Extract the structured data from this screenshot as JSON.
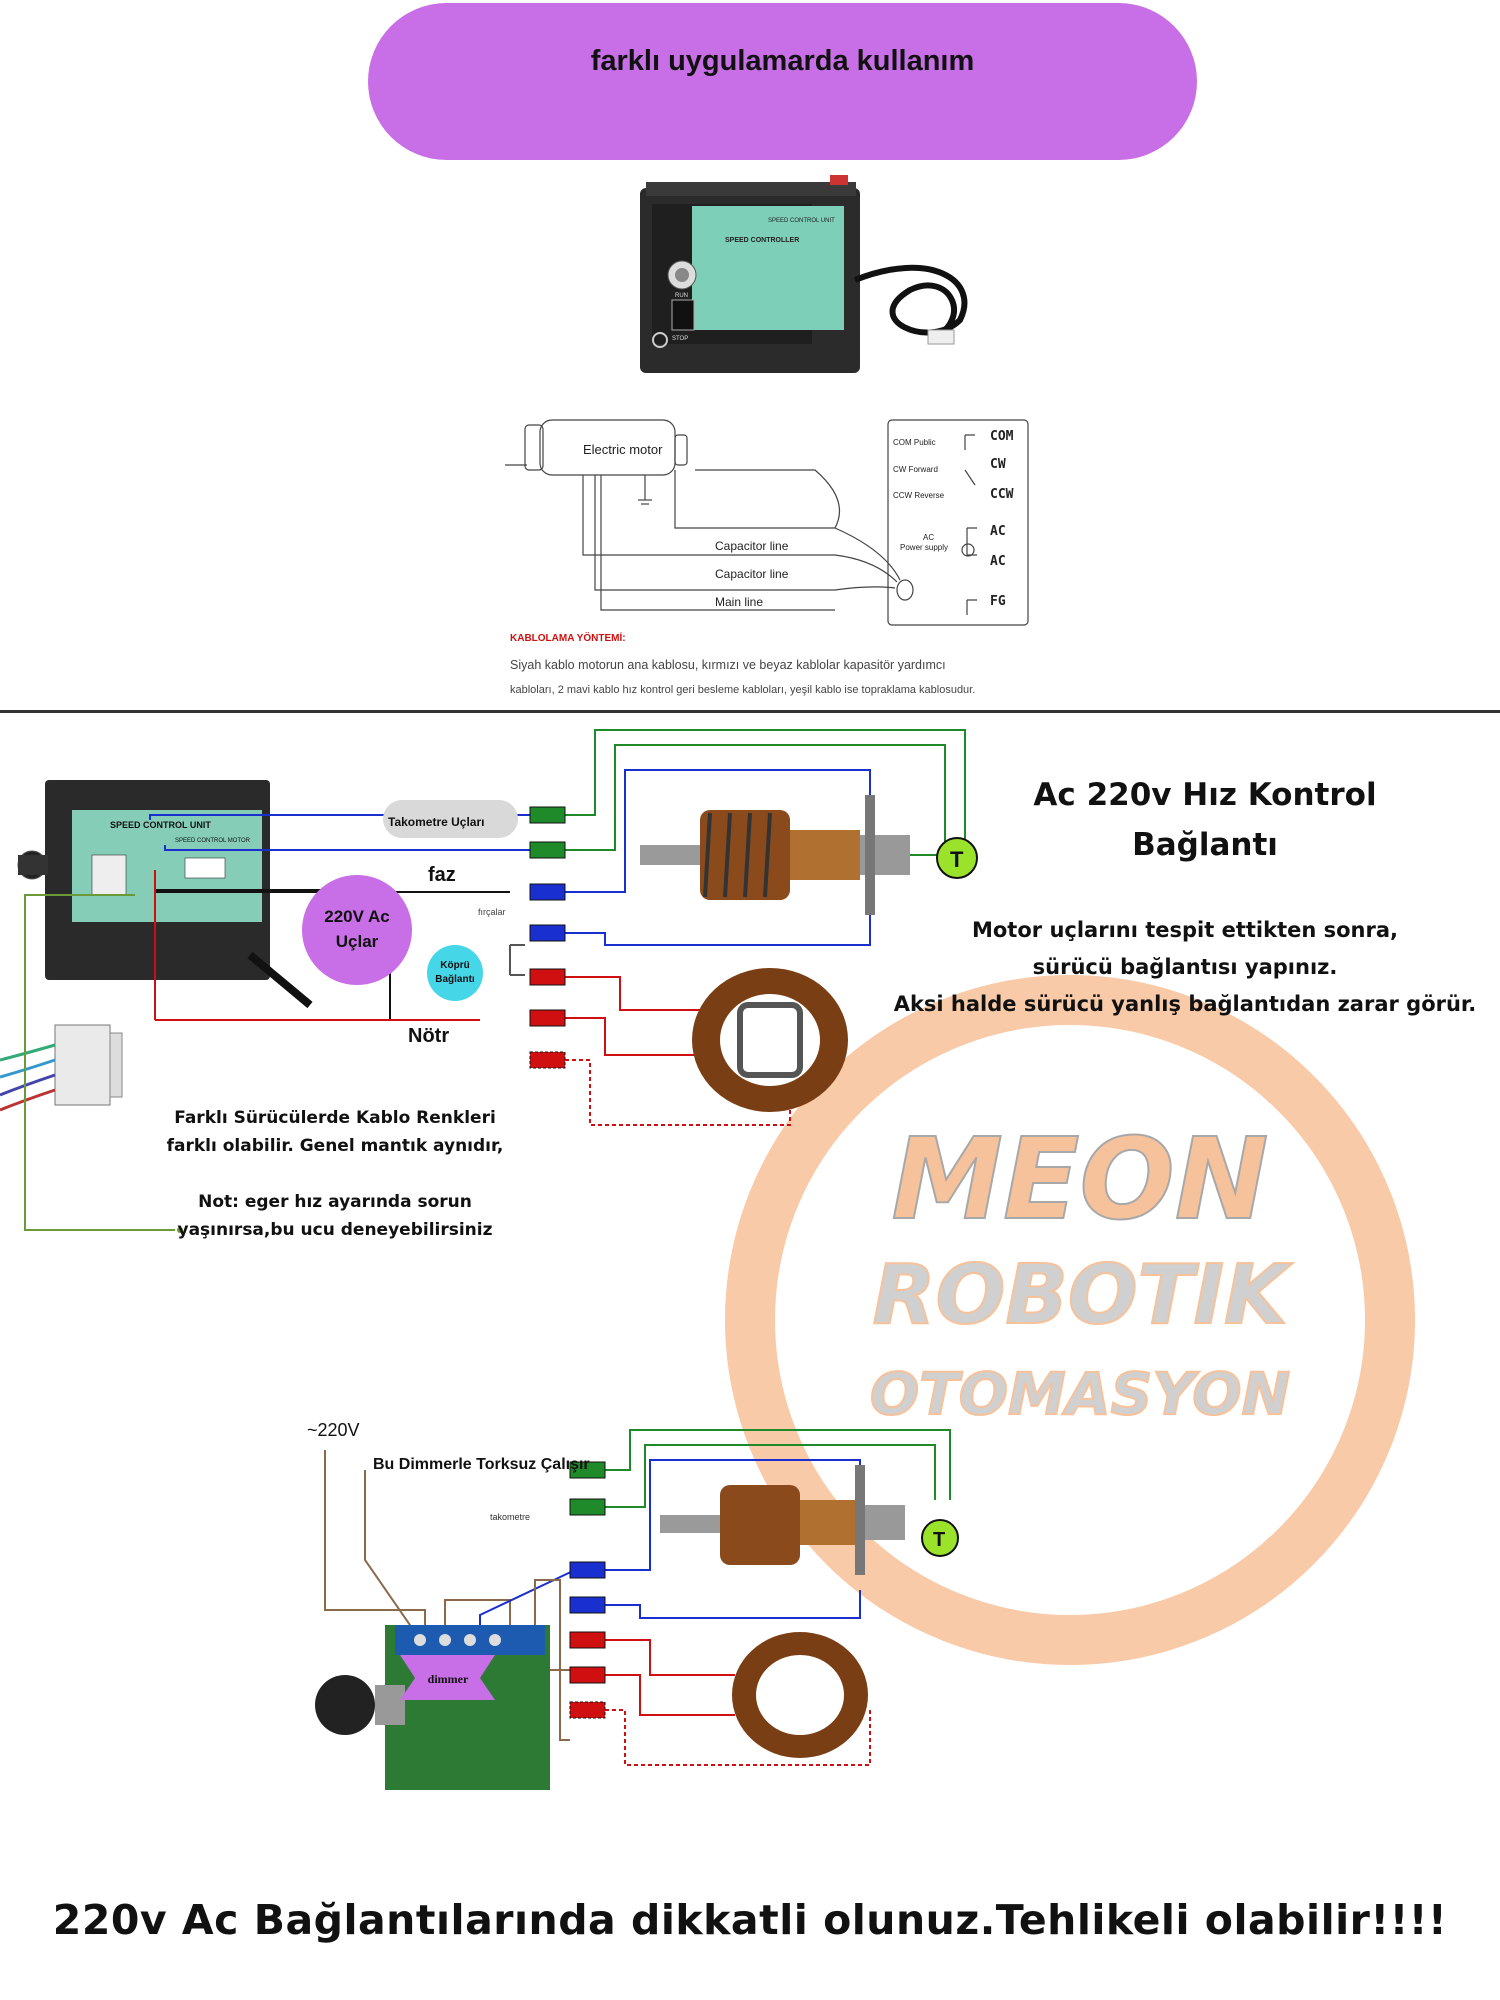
{
  "header": {
    "pill_title": "farklı uygulamarda kullanım"
  },
  "top_device": {
    "label_speed": "SPEED CONTROLLER",
    "label_unit": "SPEED CONTROL UNIT",
    "run": "RUN",
    "stop": "STOP"
  },
  "wiring_diagram": {
    "motor": "Electric motor",
    "lines": [
      "Capacitor line",
      "Capacitor line",
      "Main line"
    ],
    "legend_left": [
      "COM  Public",
      "CW Forward",
      "CCW Reverse",
      "AC",
      "Power supply"
    ],
    "legend_right": [
      "COM",
      "CW",
      "CCW",
      "AC",
      "AC",
      "FG"
    ]
  },
  "wiring_notes": {
    "title": "KABLOLAMA YÖNTEMİ:",
    "line1": "Siyah kablo motorun ana kablosu, kırmızı ve beyaz kablolar kapasitör yardımcı",
    "line2": "kabloları, 2 mavi kablo hız kontrol geri besleme kabloları, yeşil kablo ise topraklama kablosudur."
  },
  "section2": {
    "heading_line1": "Ac 220v Hız Kontrol",
    "heading_line2": "Bağlantı",
    "instr_line1": "Motor uçlarını tespit ettikten sonra,",
    "instr_line2": "sürücü bağlantısı yapınız.",
    "instr_line3": "Aksi halde sürücü yanlış bağlantıdan zarar görür.",
    "unit_label": "SPEED CONTROL UNIT",
    "unit_sub": "SPEED CONTROL MOTOR",
    "tacho_bubble": "Takometre Uçları",
    "faz": "faz",
    "fircalar": "fırçalar",
    "ac_circle_line1": "220V Ac",
    "ac_circle_line2": "Uçlar",
    "kopru_line1": "Köprü",
    "kopru_line2": "Bağlantı",
    "notr": "Nötr",
    "farkli_line1": "Farklı Sürücülerde Kablo Renkleri",
    "farkli_line2": "farklı olabilir. Genel mantık aynıdır,",
    "not_line1": "Not: eger hız ayarında sorun",
    "not_line2": "yaşınırsa,bu ucu deneyebilirsiniz",
    "tacho_t": "T"
  },
  "watermark": {
    "line1": "MEON",
    "line2": "ROBOTIK",
    "line3": "OTOMASYON"
  },
  "section3": {
    "voltage": "~220V",
    "dimmer_note": "Bu Dimmerle Torksuz Çalışır",
    "takometre": "takometre",
    "dimmer": "dimmer",
    "tacho_t": "T"
  },
  "footer": {
    "warning": "220v Ac Bağlantılarında dikkatli olunuz.Tehlikeli olabilir!!!!"
  },
  "colors": {
    "pill": "#c86ee6",
    "green": "#1f8a2a",
    "blue": "#1a2fd0",
    "red": "#d01010",
    "watermark": "#f5b88a",
    "tacho": "#9be22b"
  }
}
